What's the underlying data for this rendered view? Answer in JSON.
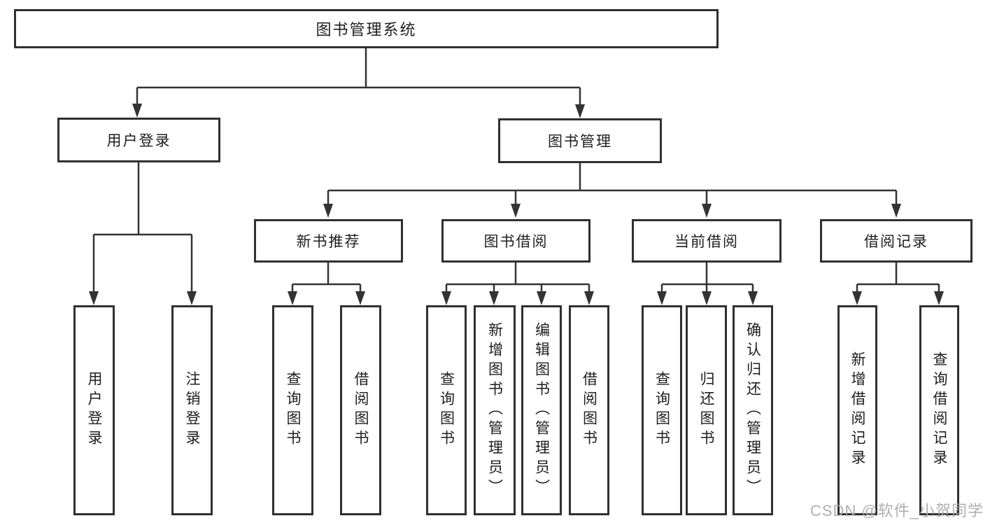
{
  "tree": {
    "label": "图书管理系统",
    "children": [
      {
        "label": "用户登录",
        "children": [
          {
            "label": "用户登录"
          },
          {
            "label": "注销登录"
          }
        ]
      },
      {
        "label": "图书管理",
        "children": [
          {
            "label": "新书推荐",
            "children": [
              {
                "label": "查询图书"
              },
              {
                "label": "借阅图书"
              }
            ]
          },
          {
            "label": "图书借阅",
            "children": [
              {
                "label": "查询图书"
              },
              {
                "label": "新增图书（管理员）"
              },
              {
                "label": "编辑图书（管理员）"
              },
              {
                "label": "借阅图书"
              }
            ]
          },
          {
            "label": "当前借阅",
            "children": [
              {
                "label": "查询图书"
              },
              {
                "label": "归还图书"
              },
              {
                "label": "确认归还（管理员）"
              }
            ]
          },
          {
            "label": "借阅记录",
            "children": [
              {
                "label": "新增借阅记录"
              },
              {
                "label": "查询借阅记录"
              }
            ]
          }
        ]
      }
    ]
  },
  "watermark": {
    "text": "CSDN @软件_小贺同学"
  },
  "colors": {
    "line": "#333333",
    "border": "#303030",
    "text": "#1e1e1e",
    "background": "#ffffff",
    "watermark": "#a8a8ac"
  }
}
